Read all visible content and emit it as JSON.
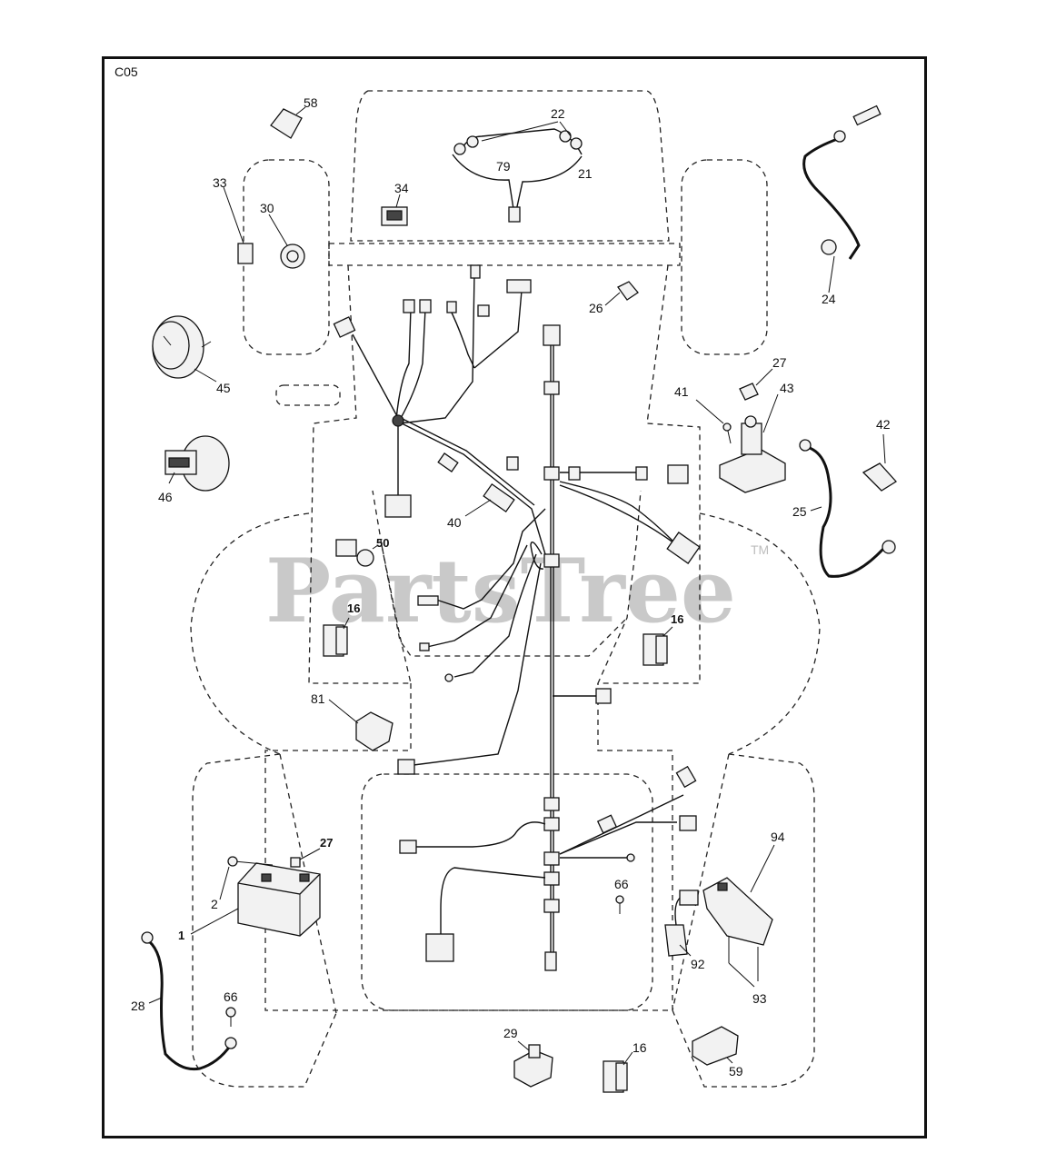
{
  "diagram": {
    "section_code": "C05",
    "watermark": "PartsTree",
    "trademark": "TM",
    "callouts": [
      {
        "id": "c58",
        "text": "58"
      },
      {
        "id": "c22",
        "text": "22"
      },
      {
        "id": "c79",
        "text": "79"
      },
      {
        "id": "c21",
        "text": "21"
      },
      {
        "id": "c33",
        "text": "33"
      },
      {
        "id": "c30",
        "text": "30"
      },
      {
        "id": "c34",
        "text": "34"
      },
      {
        "id": "c26",
        "text": "26"
      },
      {
        "id": "c24",
        "text": "24"
      },
      {
        "id": "c45",
        "text": "45"
      },
      {
        "id": "c27a",
        "text": "27"
      },
      {
        "id": "c41",
        "text": "41"
      },
      {
        "id": "c43",
        "text": "43"
      },
      {
        "id": "c42",
        "text": "42"
      },
      {
        "id": "c46",
        "text": "46"
      },
      {
        "id": "c40",
        "text": "40"
      },
      {
        "id": "c25",
        "text": "25"
      },
      {
        "id": "c50",
        "text": "50"
      },
      {
        "id": "c16a",
        "text": "16"
      },
      {
        "id": "c16b",
        "text": "16"
      },
      {
        "id": "c81",
        "text": "81"
      },
      {
        "id": "c27b",
        "text": "27"
      },
      {
        "id": "c94",
        "text": "94"
      },
      {
        "id": "c2",
        "text": "2"
      },
      {
        "id": "c66a",
        "text": "66"
      },
      {
        "id": "c1",
        "text": "1"
      },
      {
        "id": "c92",
        "text": "92"
      },
      {
        "id": "c93",
        "text": "93"
      },
      {
        "id": "c28",
        "text": "28"
      },
      {
        "id": "c66b",
        "text": "66"
      },
      {
        "id": "c29",
        "text": "29"
      },
      {
        "id": "c16c",
        "text": "16"
      },
      {
        "id": "c59",
        "text": "59"
      }
    ]
  }
}
